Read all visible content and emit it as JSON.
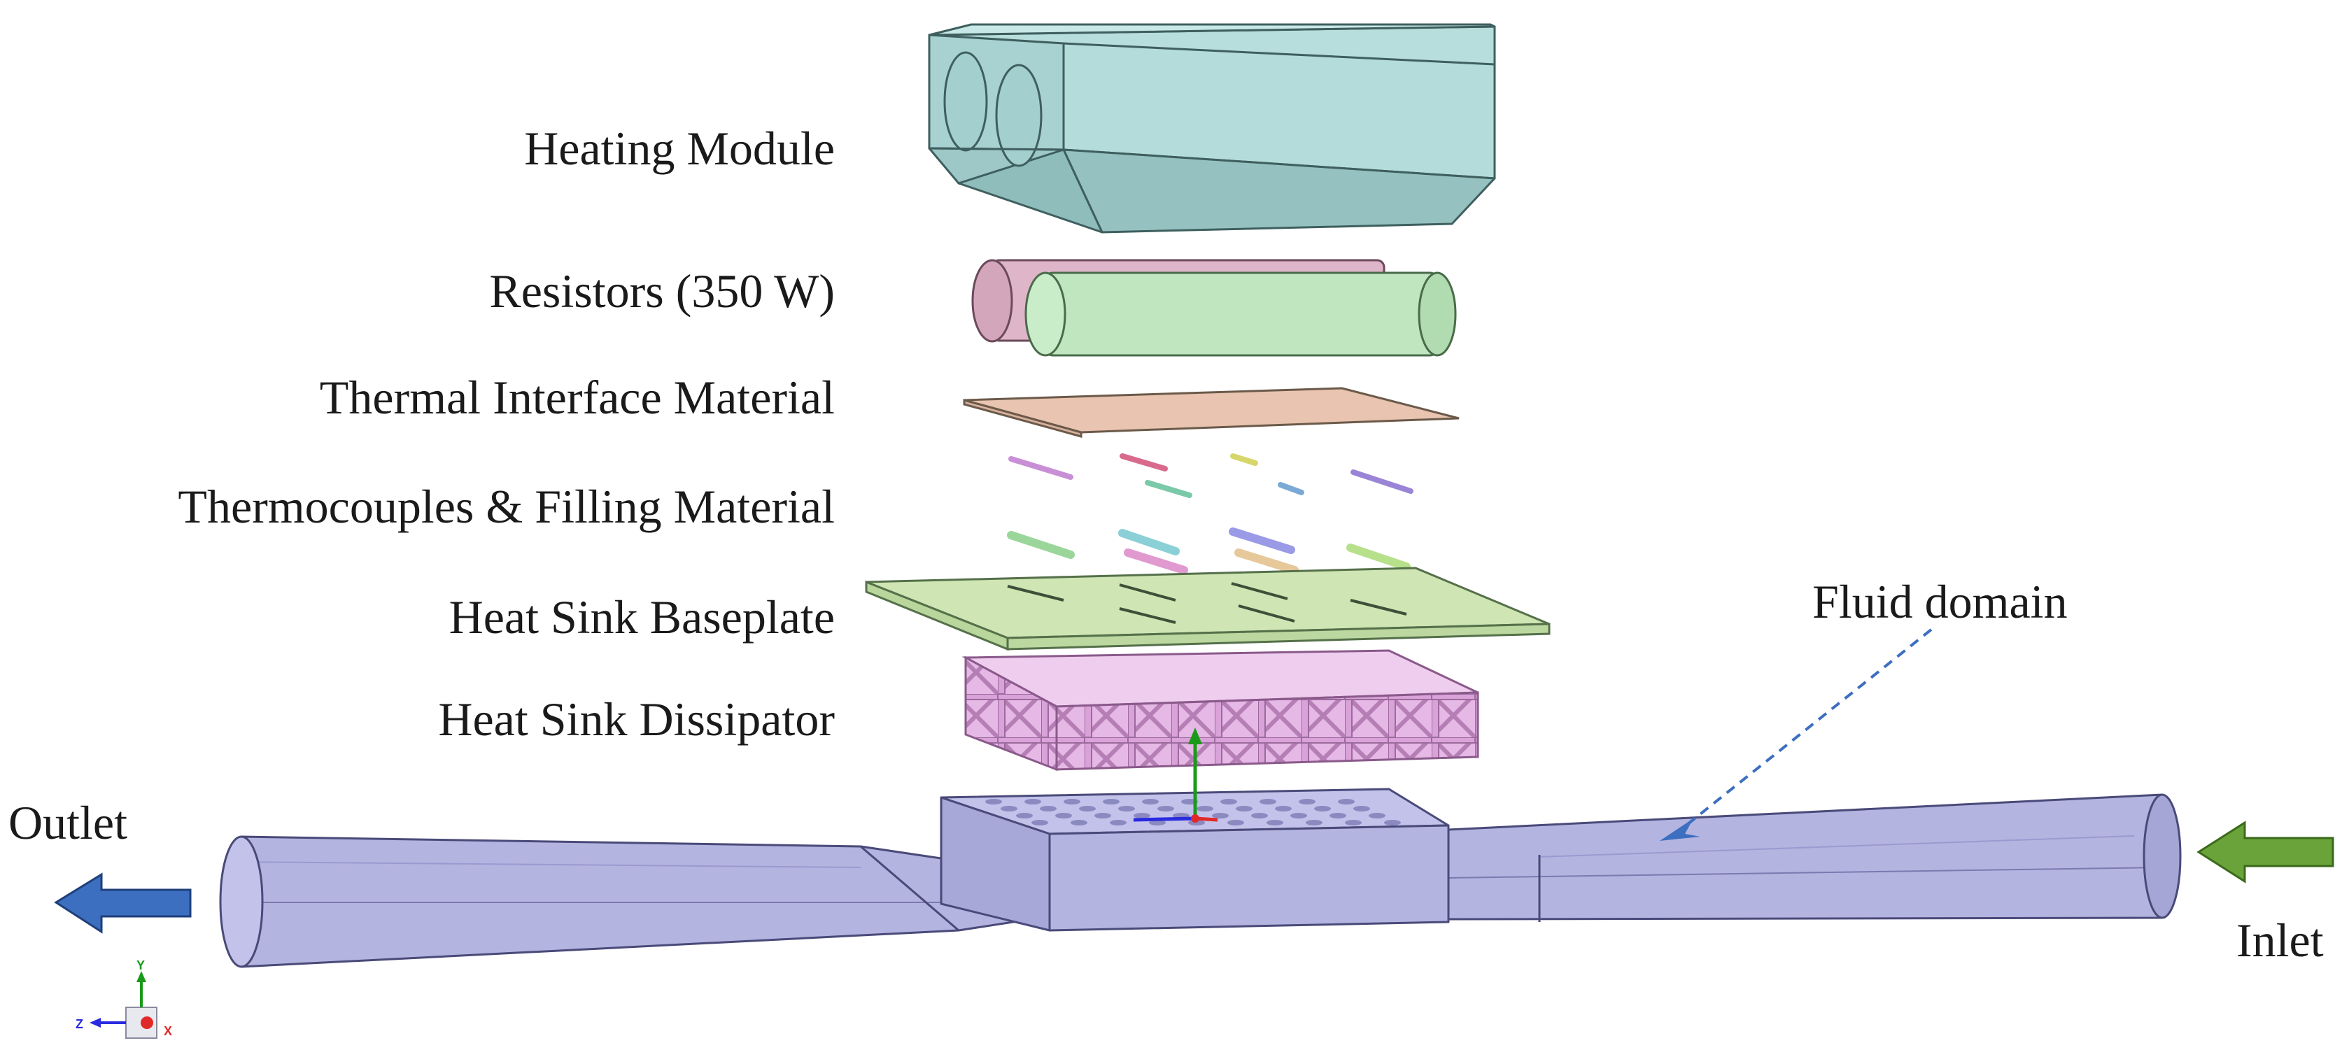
{
  "labels": {
    "heating_module": "Heating Module",
    "resistors": "Resistors (350 W)",
    "thermal_interface": "Thermal Interface Material",
    "thermocouples": "Thermocouples & Filling Material",
    "baseplate": "Heat Sink Baseplate",
    "dissipator": "Heat Sink Dissipator",
    "fluid_domain": "Fluid domain",
    "outlet": "Outlet",
    "inlet": "Inlet"
  },
  "triad": {
    "y": "Y",
    "z": "Z",
    "x": "X"
  },
  "colors": {
    "heating_module": "#b7dedd",
    "resistor_pink": "#dfb6c9",
    "resistor_green": "#bfe6bf",
    "tim": "#e9c4b0",
    "baseplate": "#cfe6b4",
    "dissipator": "#e6b8e6",
    "fluid": "#b4b4e0",
    "outlet_arrow": "#3c6fc0",
    "inlet_arrow": "#6aa33a",
    "pointer": "#3c6fc0"
  }
}
